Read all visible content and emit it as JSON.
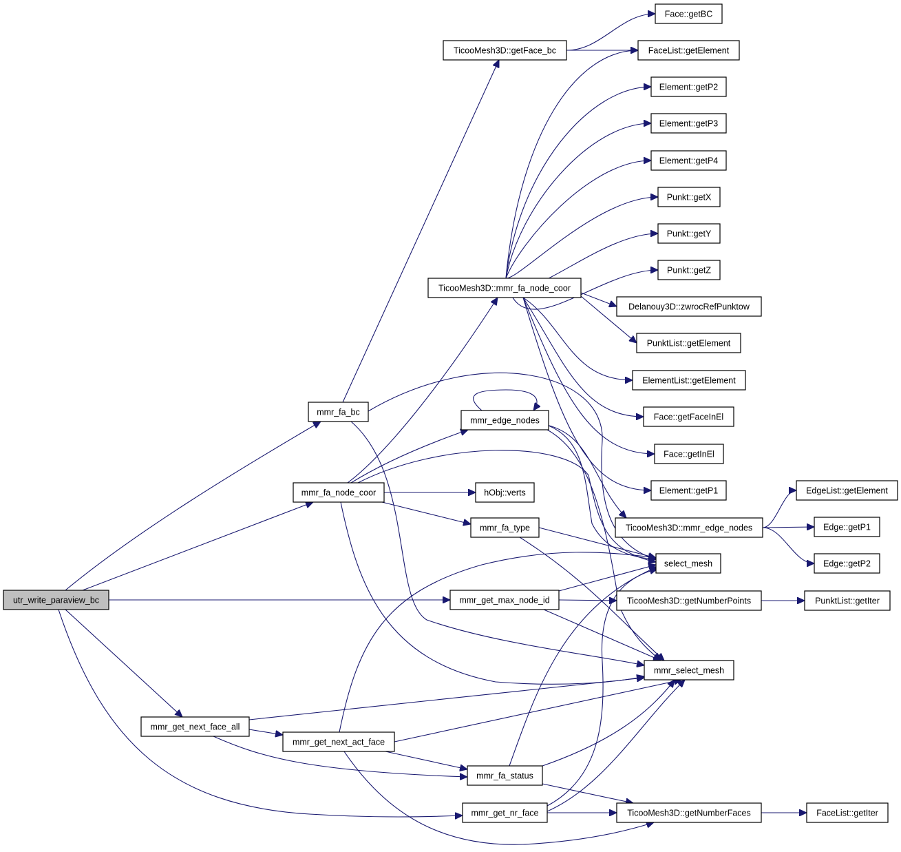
{
  "diagram": {
    "type": "call-graph",
    "colors": {
      "edge": "#191970",
      "node_border": "#000000",
      "root_fill": "#bfbfbf",
      "node_fill": "#ffffff"
    },
    "nodes": [
      {
        "id": "utr_write_paraview_bc",
        "label": "utr_write_paraview_bc",
        "root": true
      },
      {
        "id": "mmr_fa_bc",
        "label": "mmr_fa_bc"
      },
      {
        "id": "mmr_fa_node_coor",
        "label": "mmr_fa_node_coor"
      },
      {
        "id": "mmr_get_next_face_all",
        "label": "mmr_get_next_face_all"
      },
      {
        "id": "mmr_get_next_act_face",
        "label": "mmr_get_next_act_face"
      },
      {
        "id": "TicooMesh3D_getFace_bc",
        "label": "TicooMesh3D::getFace_bc"
      },
      {
        "id": "TicooMesh3D_mmr_fa_node_coor",
        "label": "TicooMesh3D::mmr_fa_node_coor"
      },
      {
        "id": "mmr_edge_nodes",
        "label": "mmr_edge_nodes"
      },
      {
        "id": "hObj_verts",
        "label": "hObj::verts"
      },
      {
        "id": "mmr_fa_type",
        "label": "mmr_fa_type"
      },
      {
        "id": "mmr_get_max_node_id",
        "label": "mmr_get_max_node_id"
      },
      {
        "id": "mmr_fa_status",
        "label": "mmr_fa_status"
      },
      {
        "id": "mmr_get_nr_face",
        "label": "mmr_get_nr_face"
      },
      {
        "id": "Face_getBC",
        "label": "Face::getBC"
      },
      {
        "id": "FaceList_getElement",
        "label": "FaceList::getElement"
      },
      {
        "id": "Element_getP2",
        "label": "Element::getP2"
      },
      {
        "id": "Element_getP3",
        "label": "Element::getP3"
      },
      {
        "id": "Element_getP4",
        "label": "Element::getP4"
      },
      {
        "id": "Punkt_getX",
        "label": "Punkt::getX"
      },
      {
        "id": "Punkt_getY",
        "label": "Punkt::getY"
      },
      {
        "id": "Punkt_getZ",
        "label": "Punkt::getZ"
      },
      {
        "id": "Delanouy3D_zwrocRefPunktow",
        "label": "Delanouy3D::zwrocRefPunktow"
      },
      {
        "id": "PunktList_getElement",
        "label": "PunktList::getElement"
      },
      {
        "id": "ElementList_getElement",
        "label": "ElementList::getElement"
      },
      {
        "id": "Face_getFaceInEl",
        "label": "Face::getFaceInEl"
      },
      {
        "id": "Face_getInEl",
        "label": "Face::getInEl"
      },
      {
        "id": "Element_getP1",
        "label": "Element::getP1"
      },
      {
        "id": "TicooMesh3D_mmr_edge_nodes",
        "label": "TicooMesh3D::mmr_edge_nodes"
      },
      {
        "id": "select_mesh",
        "label": "select_mesh"
      },
      {
        "id": "TicooMesh3D_getNumberPoints",
        "label": "TicooMesh3D::getNumberPoints"
      },
      {
        "id": "mmr_select_mesh",
        "label": "mmr_select_mesh"
      },
      {
        "id": "TicooMesh3D_getNumberFaces",
        "label": "TicooMesh3D::getNumberFaces"
      },
      {
        "id": "EdgeList_getElement",
        "label": "EdgeList::getElement"
      },
      {
        "id": "Edge_getP1",
        "label": "Edge::getP1"
      },
      {
        "id": "Edge_getP2",
        "label": "Edge::getP2"
      },
      {
        "id": "PunktList_getIter",
        "label": "PunktList::getIter"
      },
      {
        "id": "FaceList_getIter",
        "label": "FaceList::getIter"
      }
    ],
    "edges": [
      [
        "utr_write_paraview_bc",
        "mmr_fa_bc"
      ],
      [
        "utr_write_paraview_bc",
        "mmr_fa_node_coor"
      ],
      [
        "utr_write_paraview_bc",
        "mmr_get_max_node_id"
      ],
      [
        "utr_write_paraview_bc",
        "mmr_get_next_face_all"
      ],
      [
        "utr_write_paraview_bc",
        "mmr_get_nr_face"
      ],
      [
        "mmr_fa_bc",
        "TicooMesh3D_getFace_bc"
      ],
      [
        "mmr_fa_bc",
        "select_mesh"
      ],
      [
        "mmr_fa_bc",
        "mmr_select_mesh"
      ],
      [
        "mmr_fa_node_coor",
        "TicooMesh3D_mmr_fa_node_coor"
      ],
      [
        "mmr_fa_node_coor",
        "mmr_edge_nodes"
      ],
      [
        "mmr_fa_node_coor",
        "hObj_verts"
      ],
      [
        "mmr_fa_node_coor",
        "mmr_fa_type"
      ],
      [
        "mmr_fa_node_coor",
        "select_mesh"
      ],
      [
        "mmr_fa_node_coor",
        "mmr_select_mesh"
      ],
      [
        "mmr_get_next_face_all",
        "mmr_get_next_act_face"
      ],
      [
        "mmr_get_next_face_all",
        "mmr_fa_status"
      ],
      [
        "mmr_get_next_face_all",
        "mmr_select_mesh"
      ],
      [
        "mmr_get_next_act_face",
        "select_mesh"
      ],
      [
        "mmr_get_next_act_face",
        "mmr_select_mesh"
      ],
      [
        "mmr_get_next_act_face",
        "mmr_fa_status"
      ],
      [
        "mmr_get_next_act_face",
        "TicooMesh3D_getNumberFaces"
      ],
      [
        "TicooMesh3D_getFace_bc",
        "Face_getBC"
      ],
      [
        "TicooMesh3D_getFace_bc",
        "FaceList_getElement"
      ],
      [
        "TicooMesh3D_mmr_fa_node_coor",
        "FaceList_getElement"
      ],
      [
        "TicooMesh3D_mmr_fa_node_coor",
        "Element_getP2"
      ],
      [
        "TicooMesh3D_mmr_fa_node_coor",
        "Element_getP3"
      ],
      [
        "TicooMesh3D_mmr_fa_node_coor",
        "Element_getP4"
      ],
      [
        "TicooMesh3D_mmr_fa_node_coor",
        "Punkt_getX"
      ],
      [
        "TicooMesh3D_mmr_fa_node_coor",
        "Punkt_getY"
      ],
      [
        "TicooMesh3D_mmr_fa_node_coor",
        "Punkt_getZ"
      ],
      [
        "TicooMesh3D_mmr_fa_node_coor",
        "Delanouy3D_zwrocRefPunktow"
      ],
      [
        "TicooMesh3D_mmr_fa_node_coor",
        "PunktList_getElement"
      ],
      [
        "TicooMesh3D_mmr_fa_node_coor",
        "ElementList_getElement"
      ],
      [
        "TicooMesh3D_mmr_fa_node_coor",
        "Face_getFaceInEl"
      ],
      [
        "TicooMesh3D_mmr_fa_node_coor",
        "Face_getInEl"
      ],
      [
        "TicooMesh3D_mmr_fa_node_coor",
        "Element_getP1"
      ],
      [
        "mmr_edge_nodes",
        "mmr_edge_nodes"
      ],
      [
        "mmr_edge_nodes",
        "TicooMesh3D_mmr_edge_nodes"
      ],
      [
        "mmr_edge_nodes",
        "select_mesh"
      ],
      [
        "mmr_edge_nodes",
        "mmr_select_mesh"
      ],
      [
        "mmr_fa_type",
        "select_mesh"
      ],
      [
        "mmr_fa_type",
        "mmr_select_mesh"
      ],
      [
        "mmr_get_max_node_id",
        "select_mesh"
      ],
      [
        "mmr_get_max_node_id",
        "TicooMesh3D_getNumberPoints"
      ],
      [
        "mmr_get_max_node_id",
        "mmr_select_mesh"
      ],
      [
        "mmr_fa_status",
        "select_mesh"
      ],
      [
        "mmr_fa_status",
        "mmr_select_mesh"
      ],
      [
        "mmr_fa_status",
        "TicooMesh3D_getNumberFaces"
      ],
      [
        "mmr_get_nr_face",
        "select_mesh"
      ],
      [
        "mmr_get_nr_face",
        "mmr_select_mesh"
      ],
      [
        "mmr_get_nr_face",
        "TicooMesh3D_getNumberFaces"
      ],
      [
        "TicooMesh3D_mmr_edge_nodes",
        "EdgeList_getElement"
      ],
      [
        "TicooMesh3D_mmr_edge_nodes",
        "Edge_getP1"
      ],
      [
        "TicooMesh3D_mmr_edge_nodes",
        "Edge_getP2"
      ],
      [
        "TicooMesh3D_getNumberPoints",
        "PunktList_getIter"
      ],
      [
        "TicooMesh3D_getNumberFaces",
        "FaceList_getIter"
      ]
    ]
  }
}
